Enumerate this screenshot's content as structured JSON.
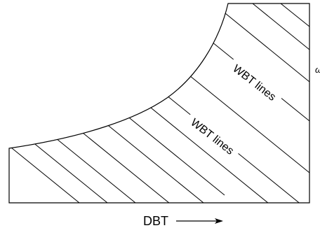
{
  "diagram": {
    "region_labels": [
      "WBT lines",
      "WBT lines"
    ],
    "x_axis_label": "DBT",
    "y_axis_label": "ω",
    "line_color": "#000000",
    "background_color": "#ffffff"
  }
}
